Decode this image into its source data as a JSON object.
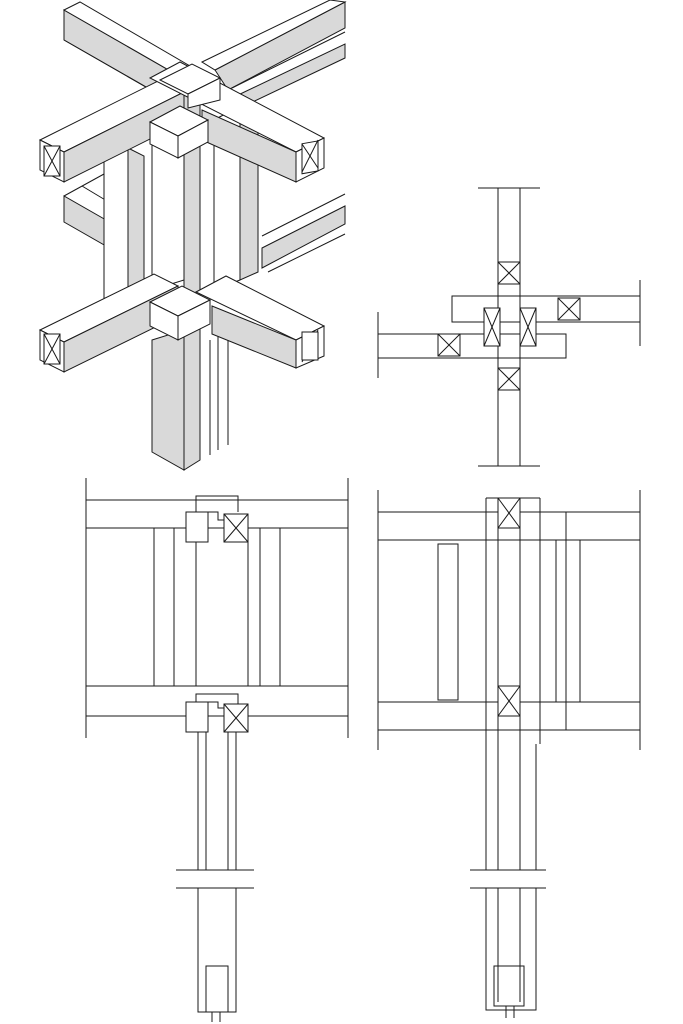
{
  "drawing": {
    "kind": "architectural timber joint detail",
    "views": [
      {
        "id": "isometric",
        "description_visible": false
      },
      {
        "id": "plan",
        "description_visible": false
      },
      {
        "id": "elevation-left",
        "description_visible": false
      },
      {
        "id": "elevation-right",
        "description_visible": false
      }
    ]
  },
  "colors": {
    "line": "#1a1a1a",
    "shade": "#d9d9d9",
    "background": "#ffffff"
  },
  "icons": [
    "section-cross-icon"
  ]
}
